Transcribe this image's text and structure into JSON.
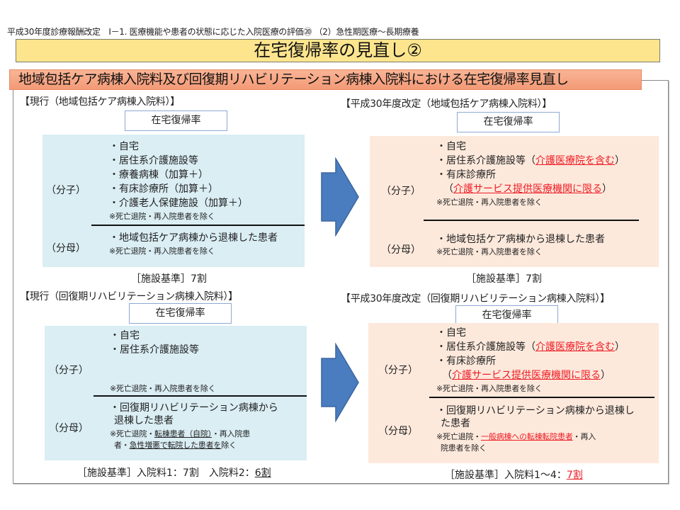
{
  "header": {
    "breadcrumb": "平成30年度診療報酬改定　Ⅰ－1. 医療機能や患者の状態に応じた入院医療の評価⑳ （2）急性期医療～長期療養",
    "title": "在宅復帰率の見直し②",
    "subtitle": "地域包括ケア病棟入院料及び回復期リハビリテーション病棟入院料における在宅復帰率見直し"
  },
  "labels": {
    "rate_box": "在宅復帰率",
    "numerator": "（分子）",
    "denominator": "（分母）"
  },
  "sections": {
    "current_chiiki": {
      "heading": "【現行（地域包括ケア病棟入院料）】",
      "numerator_items": [
        "・自宅",
        "・居住系介護施設等",
        "・療養病棟（加算＋）",
        "・有床診療所（加算＋）",
        "・介護老人保健施設（加算＋）"
      ],
      "numerator_note": "※死亡退院・再入院患者を除く",
      "denominator_item": "・地域包括ケア病棟から退棟した患者",
      "denominator_note": "※死亡退院・再入院患者を除く",
      "standard": "［施設基準］7割"
    },
    "revised_chiiki": {
      "heading": "【平成30年度改定（地域包括ケア病棟入院料）】",
      "numerator_items": {
        "home": "・自宅",
        "residential_prefix": "・居住系介護施設等（",
        "residential_red": "介護医療院を含む",
        "residential_suffix": "）",
        "clinic": "・有床診療所",
        "clinic_prefix": "（",
        "clinic_red": "介護サービス提供医療機関に限る",
        "clinic_suffix": "）"
      },
      "numerator_note": "※死亡退院・再入院患者を除く",
      "denominator_item": "・地域包括ケア病棟から退棟した患者",
      "denominator_note": "※死亡退院・再入院患者を除く",
      "standard": "［施設基準］7割"
    },
    "current_kaifuku": {
      "heading": "【現行（回復期リハビリテーション病棟入院料）】",
      "numerator_items": [
        "・自宅",
        "・居住系介護施設等"
      ],
      "numerator_note": "※死亡退院・再入院患者を除く",
      "denominator_item_line1": "・回復期リハビリテーション病棟から",
      "denominator_item_line2": "退棟した患者",
      "denominator_note": {
        "p1": "※死亡退院・",
        "p2_ul": "転棟患者（自院）",
        "p3": "・再入院患",
        "p4": "者・",
        "p5_ul": "急性増悪で転院した患者を",
        "p6": "除く"
      },
      "standard_prefix": "［施設基準］入院料1：7割　入院料2：",
      "standard_ul": "6割"
    },
    "revised_kaifuku": {
      "heading": "【平成30年度改定（回復期リハビリテーション病棟入院料）】",
      "numerator_items": {
        "home": "・自宅",
        "residential_prefix": "・居住系介護施設等（",
        "residential_red": "介護医療院を含む",
        "residential_suffix": "）",
        "clinic": "・有床診療所",
        "clinic_prefix": "（",
        "clinic_red": "介護サービス提供医療機関に限る",
        "clinic_suffix": "）"
      },
      "numerator_note": "※死亡退院・再入院患者を除く",
      "denominator_item_line1": "・回復期リハビリテーション病棟から退棟し",
      "denominator_item_line2": "た患者",
      "denominator_note": {
        "p1": "※死亡退院・",
        "p2_red": "一般病棟への転棟転院患者",
        "p3": "・再入",
        "p4": "院患者を除く"
      },
      "standard_prefix": "［施設基準］入院料1～4：",
      "standard_red": "7割"
    }
  },
  "icons": {
    "arrow_1": "right-arrow-icon",
    "arrow_2": "right-arrow-icon"
  },
  "colors": {
    "title_bg": "#fde58e",
    "subtitle_bg": "#f5a07e",
    "current_panel": "#daeef4",
    "revised_panel": "#fde9dc",
    "arrow": "#4a7dbf",
    "highlight_red": "#ee1c24"
  }
}
